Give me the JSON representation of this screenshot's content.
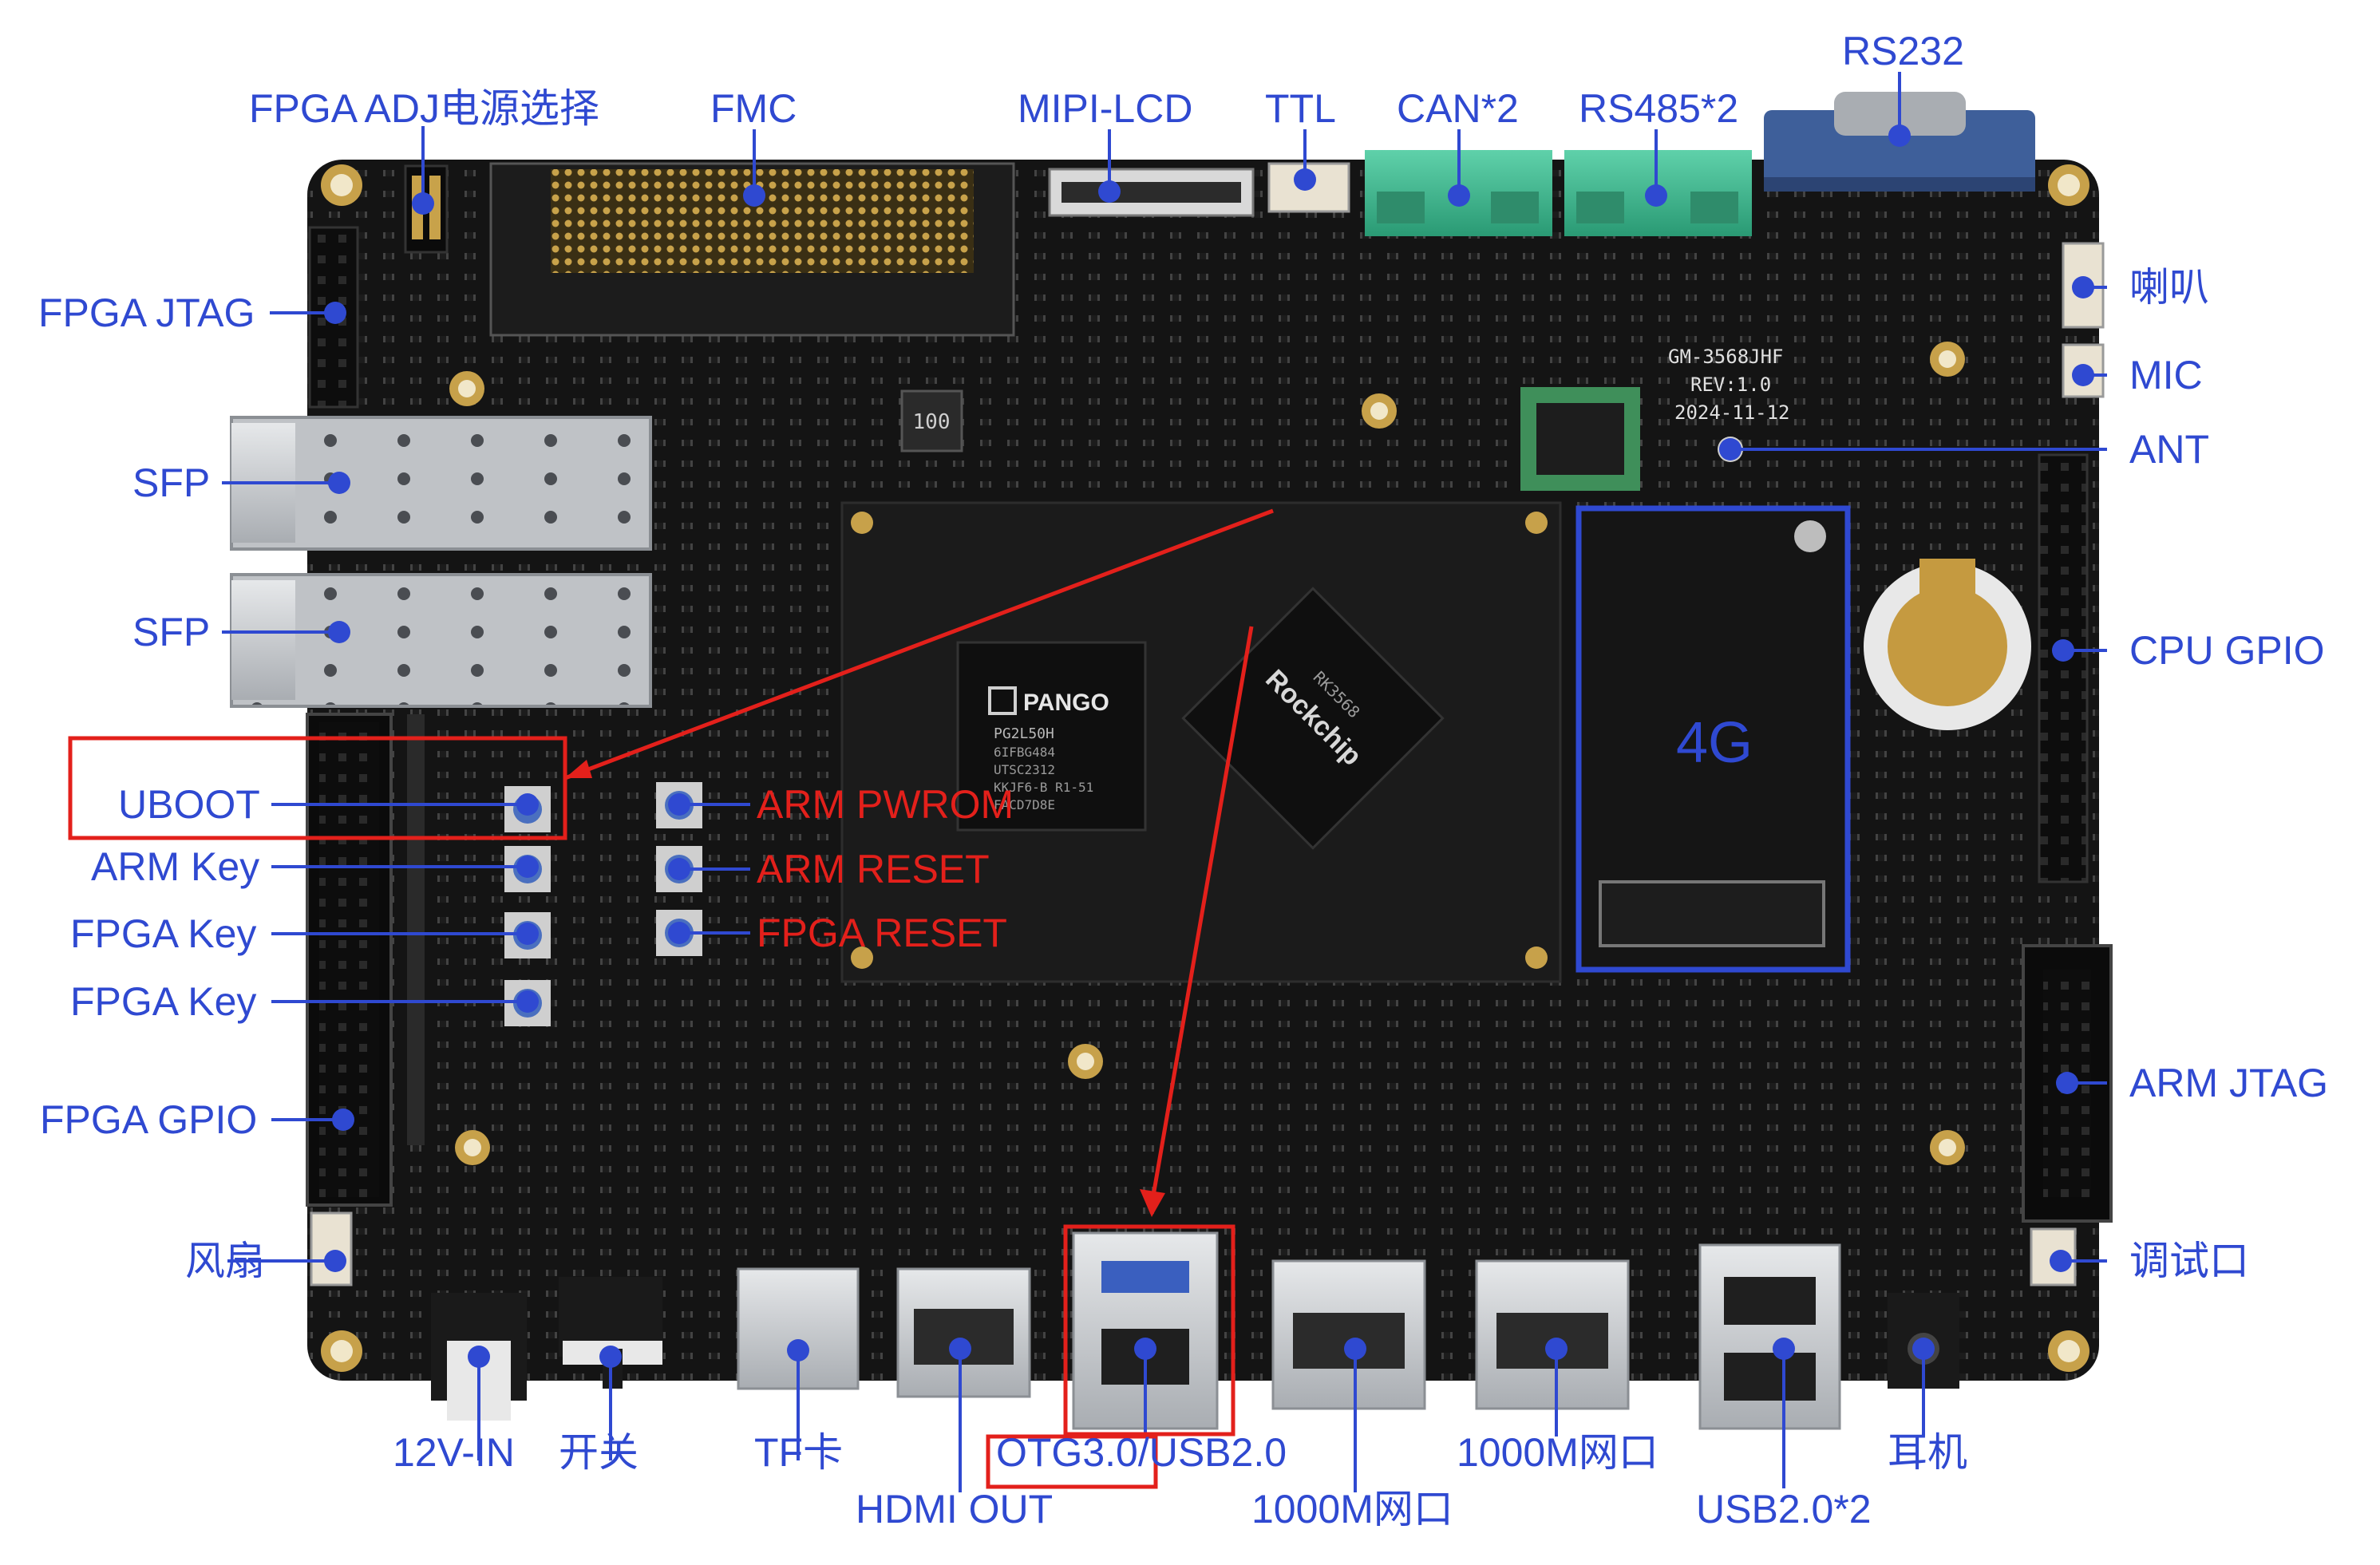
{
  "colors": {
    "label": "#2f49d1",
    "highlight": "#e3201b",
    "pcb": "#141414",
    "module": "#1b1b1b",
    "terminal": "#39b58f",
    "connector_blue": "#3e5f9a",
    "metal": "#c9cbcd"
  },
  "board": {
    "silkscreen": {
      "model": "GM-3568JHF",
      "rev": "REV:1.0",
      "date": "2024-11-12"
    },
    "fpga_chip": {
      "brand": "PANGO",
      "part": "PG2L50H",
      "line2": "6IFBG484",
      "line3": "UTSC2312",
      "line4": "KKJF6-B R1-51",
      "line5": "FACD7D8E"
    },
    "soc_chip": {
      "brand": "Rockchip",
      "part": "RK3568"
    },
    "module_4g_label": "4G",
    "inductor_mark": "100"
  },
  "labels": {
    "fpga_adj_power": "FPGA ADJ电源选择",
    "fmc": "FMC",
    "mipi_lcd": "MIPI-LCD",
    "ttl": "TTL",
    "can": "CAN*2",
    "rs485": "RS485*2",
    "rs232": "RS232",
    "fpga_jtag": "FPGA JTAG",
    "speaker": "喇叭",
    "mic": "MIC",
    "ant": "ANT",
    "sfp_1": "SFP",
    "sfp_2": "SFP",
    "cpu_gpio": "CPU GPIO",
    "uboot": "UBOOT",
    "arm_key": "ARM Key",
    "fpga_key_1": "FPGA Key",
    "fpga_key_2": "FPGA Key",
    "arm_pwrom": "ARM PWROM",
    "arm_reset": "ARM RESET",
    "fpga_reset": "FPGA RESET",
    "arm_jtag": "ARM JTAG",
    "fpga_gpio": "FPGA GPIO",
    "fan": "风扇",
    "debug_port": "调试口",
    "power_in": "12V-IN",
    "switch": "开关",
    "tf_card": "TF卡",
    "hdmi_out": "HDMI OUT",
    "otg_usb": "OTG3.0/USB2.0",
    "eth_1": "1000M网口",
    "eth_2": "1000M网口",
    "usb_2x": "USB2.0*2",
    "earphone": "耳机"
  }
}
